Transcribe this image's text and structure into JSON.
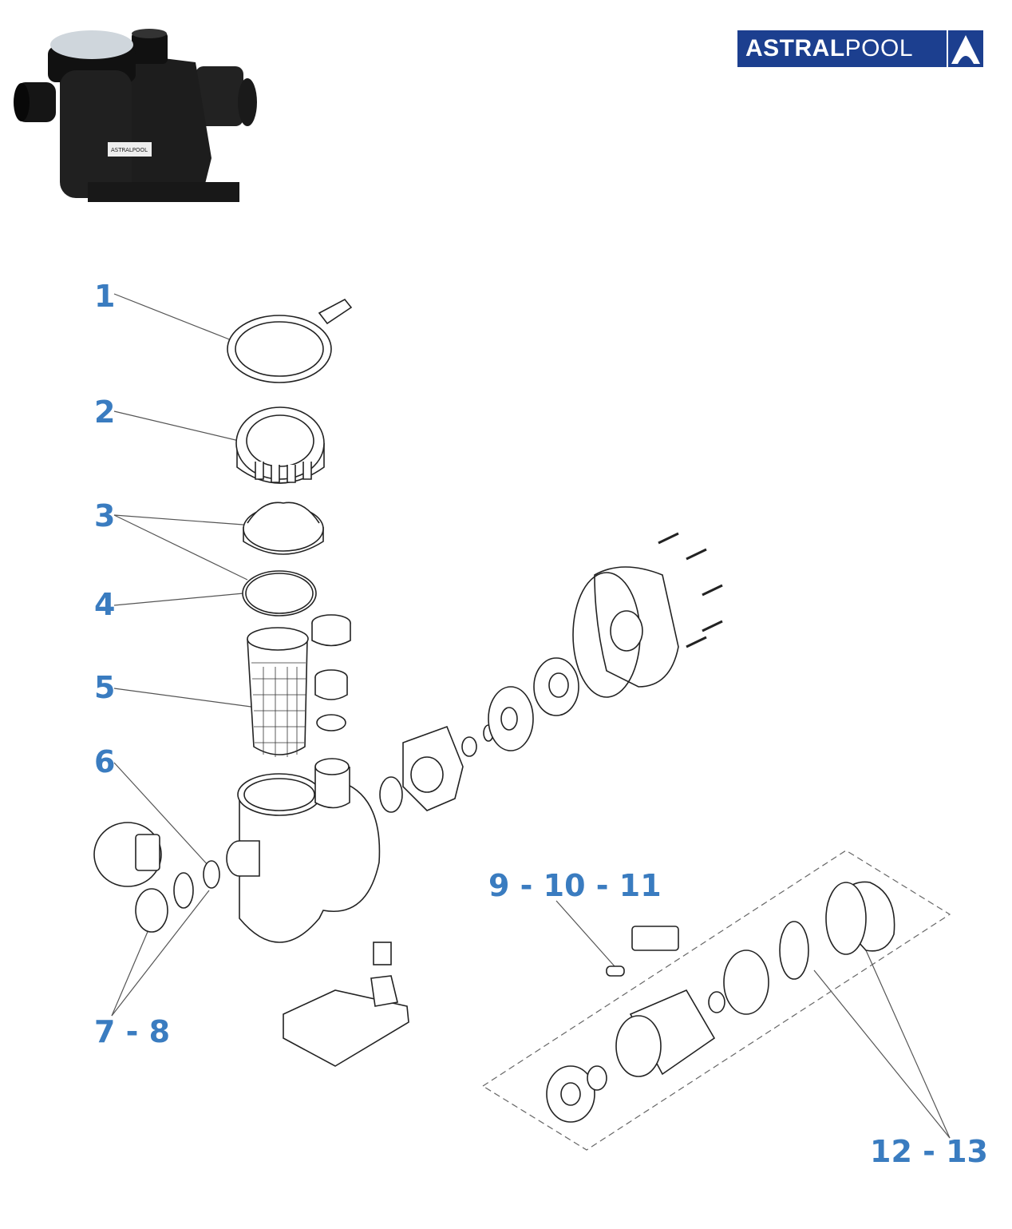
{
  "brand": {
    "name_bold": "ASTRAL",
    "name_light": "POOL",
    "color": "#1c3f8f"
  },
  "photo": {
    "badge_text": "ASTRALPOOL"
  },
  "labels": {
    "l1": "1",
    "l2": "2",
    "l3": "3",
    "l4": "4",
    "l5": "5",
    "l6": "6",
    "l78": "7 - 8",
    "l91011": "9 - 10 - 11",
    "l1213": "12 - 13"
  },
  "label_color": "#3a7cc0"
}
